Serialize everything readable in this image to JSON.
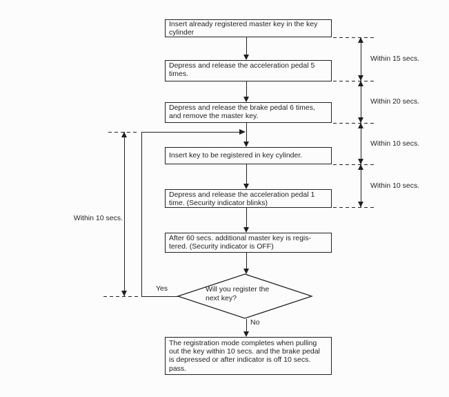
{
  "colors": {
    "ink": "#1f1f1f",
    "background": "#fcfcfc"
  },
  "flow": {
    "boxes": [
      {
        "lines": [
          "Insert already registered master key in the key",
          "cylinder"
        ]
      },
      {
        "lines": [
          "Depress and release the acceleration pedal 5",
          "times."
        ]
      },
      {
        "lines": [
          "Depress and release the brake pedal 6 times,",
          "and remove the master key."
        ]
      },
      {
        "lines": [
          "Insert key to be registered in key cylinder."
        ]
      },
      {
        "lines": [
          "Depress and release the acceleration pedal 1",
          "time. (Security indicator blinks)"
        ]
      },
      {
        "lines": [
          "After 60 secs. additional master key is regis-",
          "tered. (Security indicator is OFF)"
        ]
      },
      {
        "lines": [
          "The registration mode completes when pulling",
          "out the key within 10 secs. and the brake pedal",
          "is depressed or after indicator is off 10 secs.",
          "pass."
        ]
      }
    ],
    "decision": {
      "lines": [
        "Will you register the",
        "next key?"
      ]
    },
    "branch_labels": {
      "yes": "Yes",
      "no": "No"
    },
    "timers_right": [
      {
        "label": "Within 15 secs."
      },
      {
        "label": "Within 20 secs."
      },
      {
        "label": "Within 10 secs."
      },
      {
        "label": "Within 10 secs."
      }
    ],
    "timer_left": {
      "label": "Within 10 secs."
    }
  }
}
